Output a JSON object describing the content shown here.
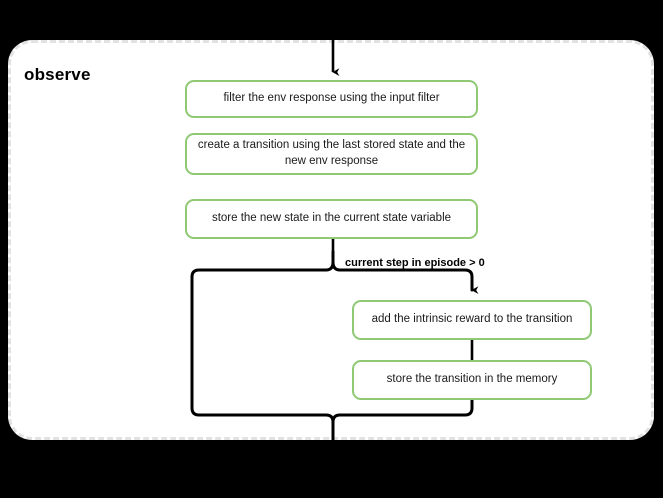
{
  "diagram": {
    "type": "flowchart",
    "group": {
      "title": "observe",
      "border_style": "dashed",
      "border_color": "#e2e2e2",
      "background": "#ffffff"
    },
    "canvas_background": "#000000",
    "node_border_color": "#8fc974",
    "connector_color": "#000000",
    "nodes": [
      {
        "id": "filter",
        "label": "filter the env response using the input filter"
      },
      {
        "id": "create",
        "label": "create a transition using the last stored state and the new env response"
      },
      {
        "id": "store_state",
        "label": "store the new state in the current state variable"
      },
      {
        "id": "intrinsic",
        "label": "add the intrinsic reward to the transition"
      },
      {
        "id": "store_memory",
        "label": "store the transition in the memory"
      }
    ],
    "edge_labels": [
      {
        "id": "condition",
        "text": "current step in episode > 0"
      }
    ]
  }
}
